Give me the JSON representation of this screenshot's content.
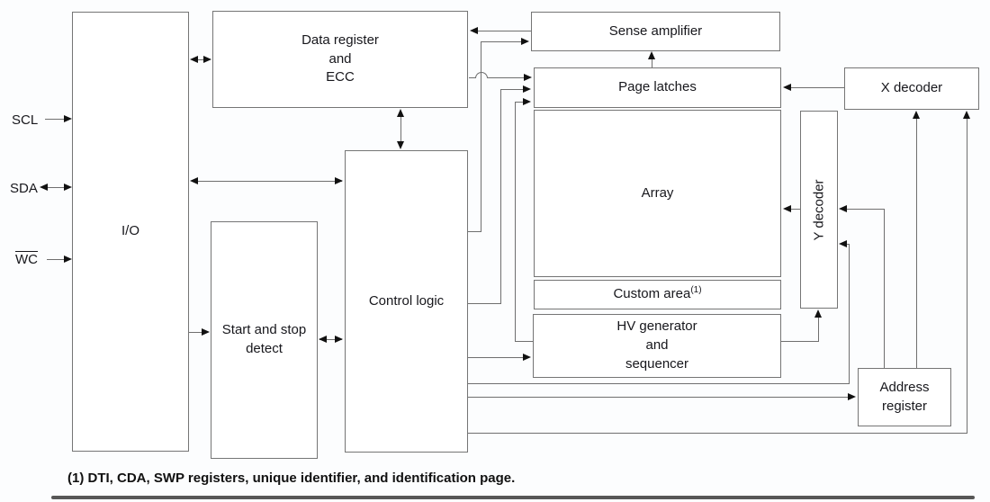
{
  "diagram": {
    "signals": {
      "scl": "SCL",
      "sda": "SDA",
      "wc": "WC"
    },
    "blocks": {
      "io": "I/O",
      "data_register": "Data register\nand\nECC",
      "sense_amplifier": "Sense amplifier",
      "page_latches": "Page latches",
      "array": "Array",
      "custom_area": {
        "label": "Custom area",
        "sup": "(1)"
      },
      "hv_generator": "HV generator\nand\nsequencer",
      "control_logic": "Control logic",
      "start_stop": "Start and stop\ndetect",
      "y_decoder": "Y decoder",
      "x_decoder": "X decoder",
      "address_register": "Address\nregister"
    },
    "footnote": "(1) DTI, CDA, SWP registers, unique identifier, and identification page.",
    "colors": {
      "line": "#6f6f6f",
      "box_border": "#757575",
      "text": "#17171c",
      "arrowhead": "#111111",
      "background": "#fcfdfe",
      "bottom_bar": "#454545"
    }
  }
}
